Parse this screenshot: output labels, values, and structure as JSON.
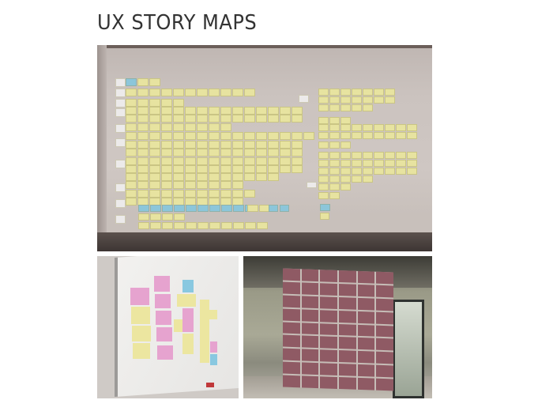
{
  "page": {
    "title": "UX STORY MAPS"
  },
  "photos": [
    {
      "id": "wall",
      "description": "Wall covered with rows of yellow and blue sticky notes forming a story map"
    },
    {
      "id": "whiteboard",
      "description": "Whiteboard with pink, yellow and blue sticky notes in columns"
    },
    {
      "id": "glass",
      "description": "Glass wall covered in a grid of maroon sticky notes"
    }
  ],
  "colors": {
    "title_text": "#333333",
    "note_yellow": "#e7e3a0",
    "note_blue": "#8cc6da",
    "note_pink": "#e6a3cf",
    "note_maroon": "#8f5a64"
  }
}
